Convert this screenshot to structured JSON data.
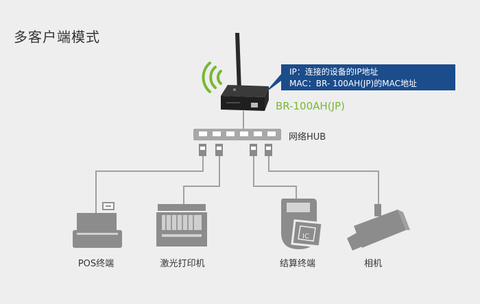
{
  "title": "多客户端模式",
  "callout": {
    "line1": "IP：连接的设备的IP地址",
    "line2": "MAC：BR- 100AH(JP)的MAC地址"
  },
  "device": {
    "name": "BR-100AH(JP)"
  },
  "hub": {
    "label": "网络HUB"
  },
  "clients": [
    {
      "label": "POS终端"
    },
    {
      "label": "激光打印机"
    },
    {
      "label": "结算终端"
    },
    {
      "label": "相机"
    }
  ],
  "colors": {
    "background": "#eeeeee",
    "callout": "#1b4c8c",
    "accent_green": "#78b833",
    "device_gray": "#808080",
    "cable": "#a0a0a0"
  },
  "icons": [
    "wifi-signal-icon",
    "antenna-icon",
    "router-icon",
    "hub-icon",
    "pos-terminal-icon",
    "laser-printer-icon",
    "payment-terminal-icon",
    "camera-icon"
  ]
}
